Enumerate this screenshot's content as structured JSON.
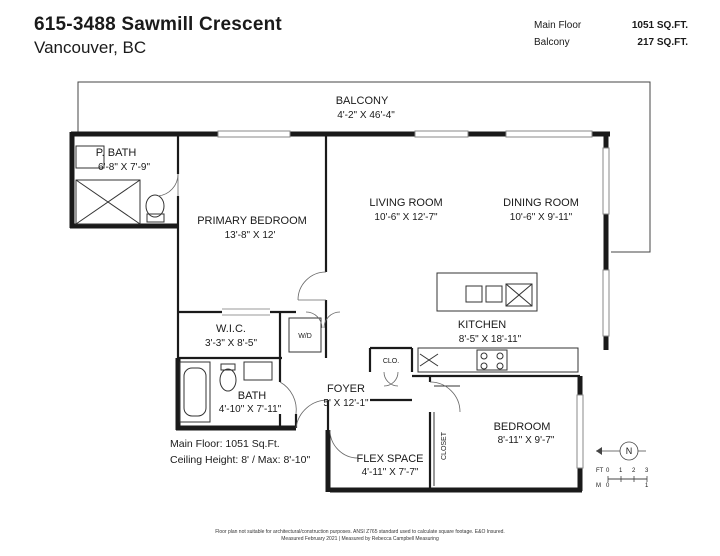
{
  "header": {
    "address": "615-3488 Sawmill Crescent",
    "city": "Vancouver, BC"
  },
  "areas": [
    {
      "label": "Main Floor",
      "value": "1051 SQ.FT."
    },
    {
      "label": "Balcony",
      "value": "217 SQ.FT."
    }
  ],
  "rooms": {
    "balcony": {
      "name": "BALCONY",
      "dims": "4'-2\" X 46'-4\""
    },
    "p_bath": {
      "name": "P. BATH",
      "dims": "6'-8\" X 7'-9\""
    },
    "primary_bedroom": {
      "name": "PRIMARY BEDROOM",
      "dims": "13'-8\" X 12'"
    },
    "living_room": {
      "name": "LIVING ROOM",
      "dims": "10'-6\" X 12'-7\""
    },
    "dining_room": {
      "name": "DINING ROOM",
      "dims": "10'-6\" X 9'-11\""
    },
    "wic": {
      "name": "W.I.C.",
      "dims": "3'-3\" X 8'-5\""
    },
    "kitchen": {
      "name": "KITCHEN",
      "dims": "8'-5\" X 18'-11\""
    },
    "bath": {
      "name": "BATH",
      "dims": "4'-10\" X 7'-11\""
    },
    "foyer": {
      "name": "FOYER",
      "dims": "5' X 12'-1\""
    },
    "bedroom": {
      "name": "BEDROOM",
      "dims": "8'-11\" X 9'-7\""
    },
    "flex_space": {
      "name": "FLEX SPACE",
      "dims": "4'-11\" X 7'-7\""
    }
  },
  "fixtures": {
    "washer_dryer": "W/D",
    "closet_short": "CLO.",
    "closet": "CLOSET"
  },
  "notes": {
    "main_floor": "Main Floor: 1051 Sq.Ft.",
    "ceiling_height": "Ceiling Height: 8' / Max: 8'-10\""
  },
  "compass": {
    "label": "N"
  },
  "scale": {
    "ft_label": "FT",
    "m_label": "M",
    "ft_ticks": [
      "0",
      "1",
      "2",
      "3"
    ],
    "m_ticks": [
      "0",
      "1"
    ]
  },
  "footer": {
    "line1": "Floor plan not suitable for architectural/construction purposes. ANSI Z765 standard used to calculate square footage. E&O Insured.",
    "line2": "Measured February 2021 | Measured by Rebecca Campbell Measuring"
  },
  "colors": {
    "wall": "#1a1a1a",
    "thin_line": "#333333",
    "window": "#888888"
  }
}
